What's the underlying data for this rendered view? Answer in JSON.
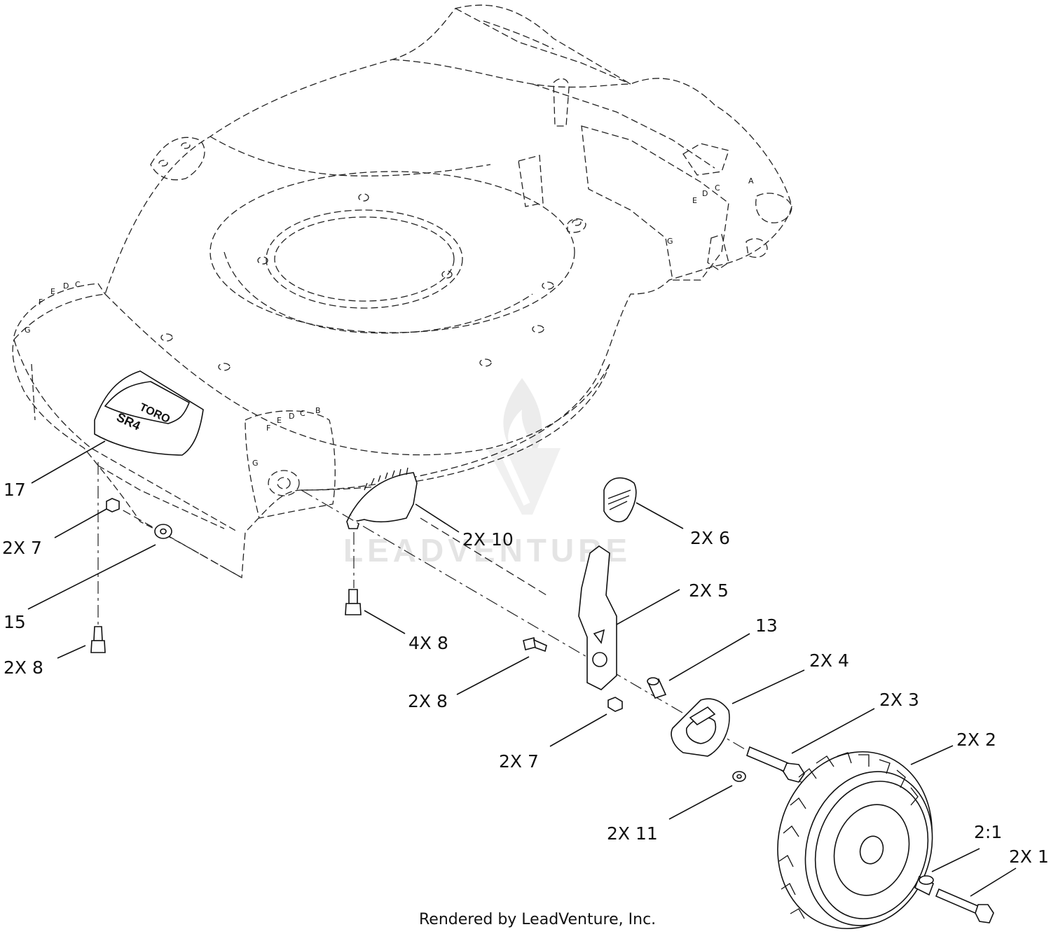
{
  "callouts": [
    {
      "id": "17",
      "label": "17"
    },
    {
      "id": "2x7-left",
      "label": "2X 7"
    },
    {
      "id": "15",
      "label": "15"
    },
    {
      "id": "2x8-left",
      "label": "2X 8"
    },
    {
      "id": "4x8",
      "label": "4X 8"
    },
    {
      "id": "2x10",
      "label": "2X 10"
    },
    {
      "id": "2x6",
      "label": "2X 6"
    },
    {
      "id": "2x5",
      "label": "2X 5"
    },
    {
      "id": "13",
      "label": "13"
    },
    {
      "id": "2x8-mid",
      "label": "2X 8"
    },
    {
      "id": "2x4",
      "label": "2X 4"
    },
    {
      "id": "2x3",
      "label": "2X 3"
    },
    {
      "id": "2x7-mid",
      "label": "2X 7"
    },
    {
      "id": "2x2",
      "label": "2X 2"
    },
    {
      "id": "2x11",
      "label": "2X 11"
    },
    {
      "id": "2-1",
      "label": "2:1"
    },
    {
      "id": "2x1",
      "label": "2X 1"
    }
  ],
  "watermark": {
    "text": "LEADVENTURE"
  },
  "footer": {
    "text": "Rendered by LeadVenture, Inc."
  },
  "decal": {
    "brand": "TORO",
    "model": "SR4"
  },
  "height_letters": [
    "A",
    "B",
    "C",
    "D",
    "E",
    "F",
    "G"
  ]
}
